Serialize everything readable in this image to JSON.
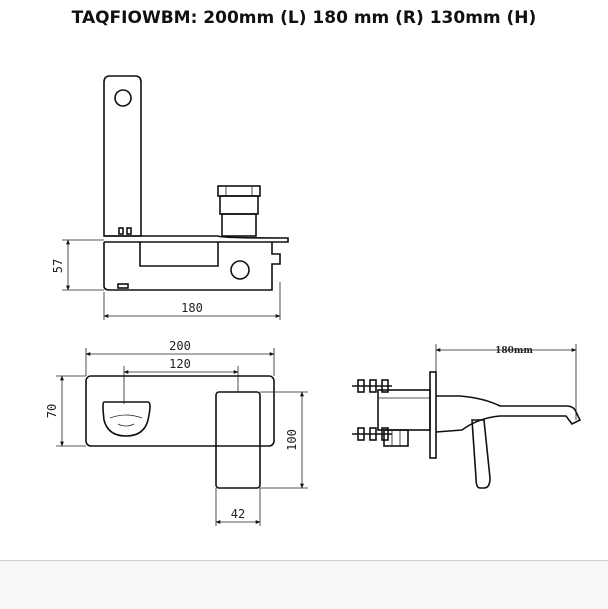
{
  "title": "TAQFIOWBM: 200mm (L) 180 mm (R) 130mm (H)",
  "side_view": {
    "height_label": "57",
    "width_label": "180"
  },
  "front_view": {
    "width_label": "200",
    "inner_label": "120",
    "left_height_label": "70",
    "right_height_label": "100",
    "bottom_label": "42"
  },
  "profile_view": {
    "reach_label": "180mm"
  }
}
